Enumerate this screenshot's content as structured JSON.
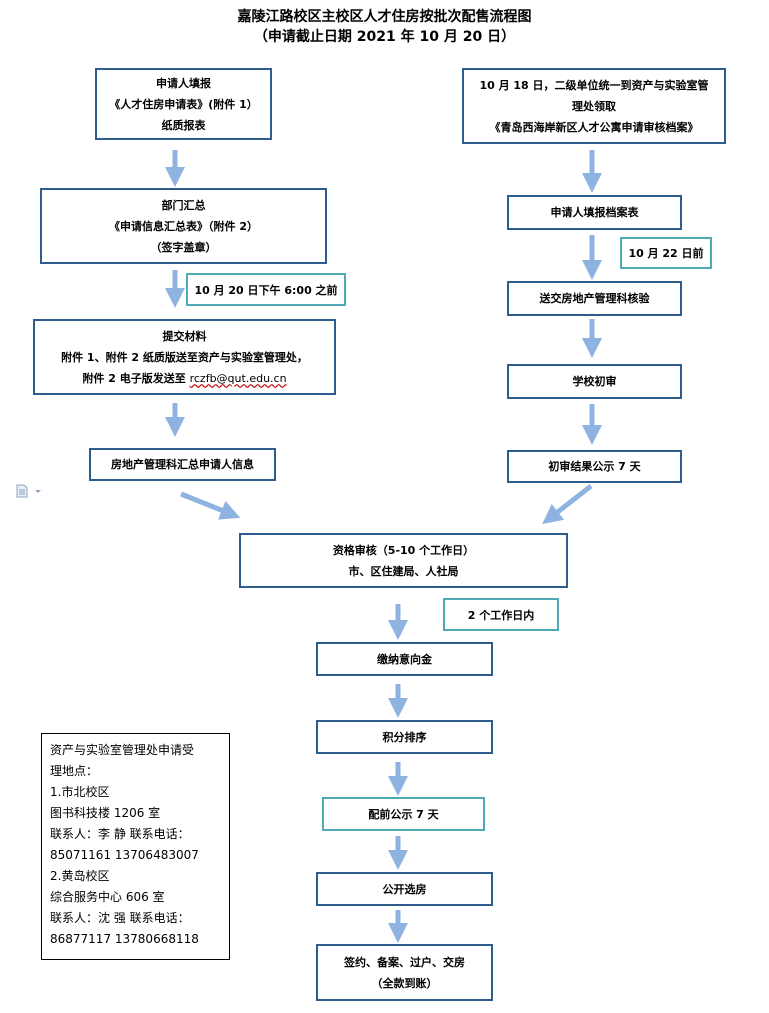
{
  "title": "嘉陵江路校区主校区人才住房按批次配售流程图",
  "subtitle": "（申请截止日期 2021 年 10 月 20 日）",
  "left_flow": {
    "apply": [
      "申请人填报",
      "《人才住房申请表》(附件 1）",
      "纸质报表"
    ],
    "dept": [
      "部门汇总",
      "《申请信息汇总表》（附件 2）",
      "（签字盖章）"
    ],
    "deadline_note": "10 月 20 日下午 6:00 之前",
    "submit": [
      "提交材料",
      "附件 1、附件 2 纸质版送至资产与实验室管理处，",
      "附件 2 电子版发送至 ",
      "rczfb@qut.edu.cn"
    ],
    "summary": "房地产管理科汇总申请人信息"
  },
  "right_flow": {
    "receive": [
      "10 月 18 日，二级单位统一到资产与实验室管",
      "理处领取",
      "《青岛西海岸新区人才公寓申请审核档案》"
    ],
    "fill": "申请人填报档案表",
    "fill_note": "10 月 22 日前",
    "verify": "送交房地产管理科核验",
    "preliminary": "学校初审",
    "publicize": "初审结果公示 7 天"
  },
  "main_flow": {
    "review": [
      "资格审核（5-10 个工作日）",
      "市、区住建局、人社局"
    ],
    "review_note": "2 个工作日内",
    "deposit": "缴纳意向金",
    "ranking": "积分排序",
    "allocation_note": "配前公示 7 天",
    "selection": "公开选房",
    "signing": [
      "签约、备案、过户、交房",
      "（全款到账）"
    ]
  },
  "contact_box": {
    "lines": [
      "资产与实验室管理处申请受",
      "理地点：",
      "1.市北校区",
      "图书科技楼 1206 室",
      "联系人：李  静  联系电话：",
      "85071161      13706483007",
      "2.黄岛校区",
      "综合服务中心 606 室",
      "联系人：沈  强  联系电话：",
      "86877117      13780668118"
    ]
  },
  "colors": {
    "box_border": "#2f5c8f",
    "note_border": "#4eaab7",
    "arrow": "#8fb3e0"
  },
  "icons": [
    "document-icon"
  ]
}
